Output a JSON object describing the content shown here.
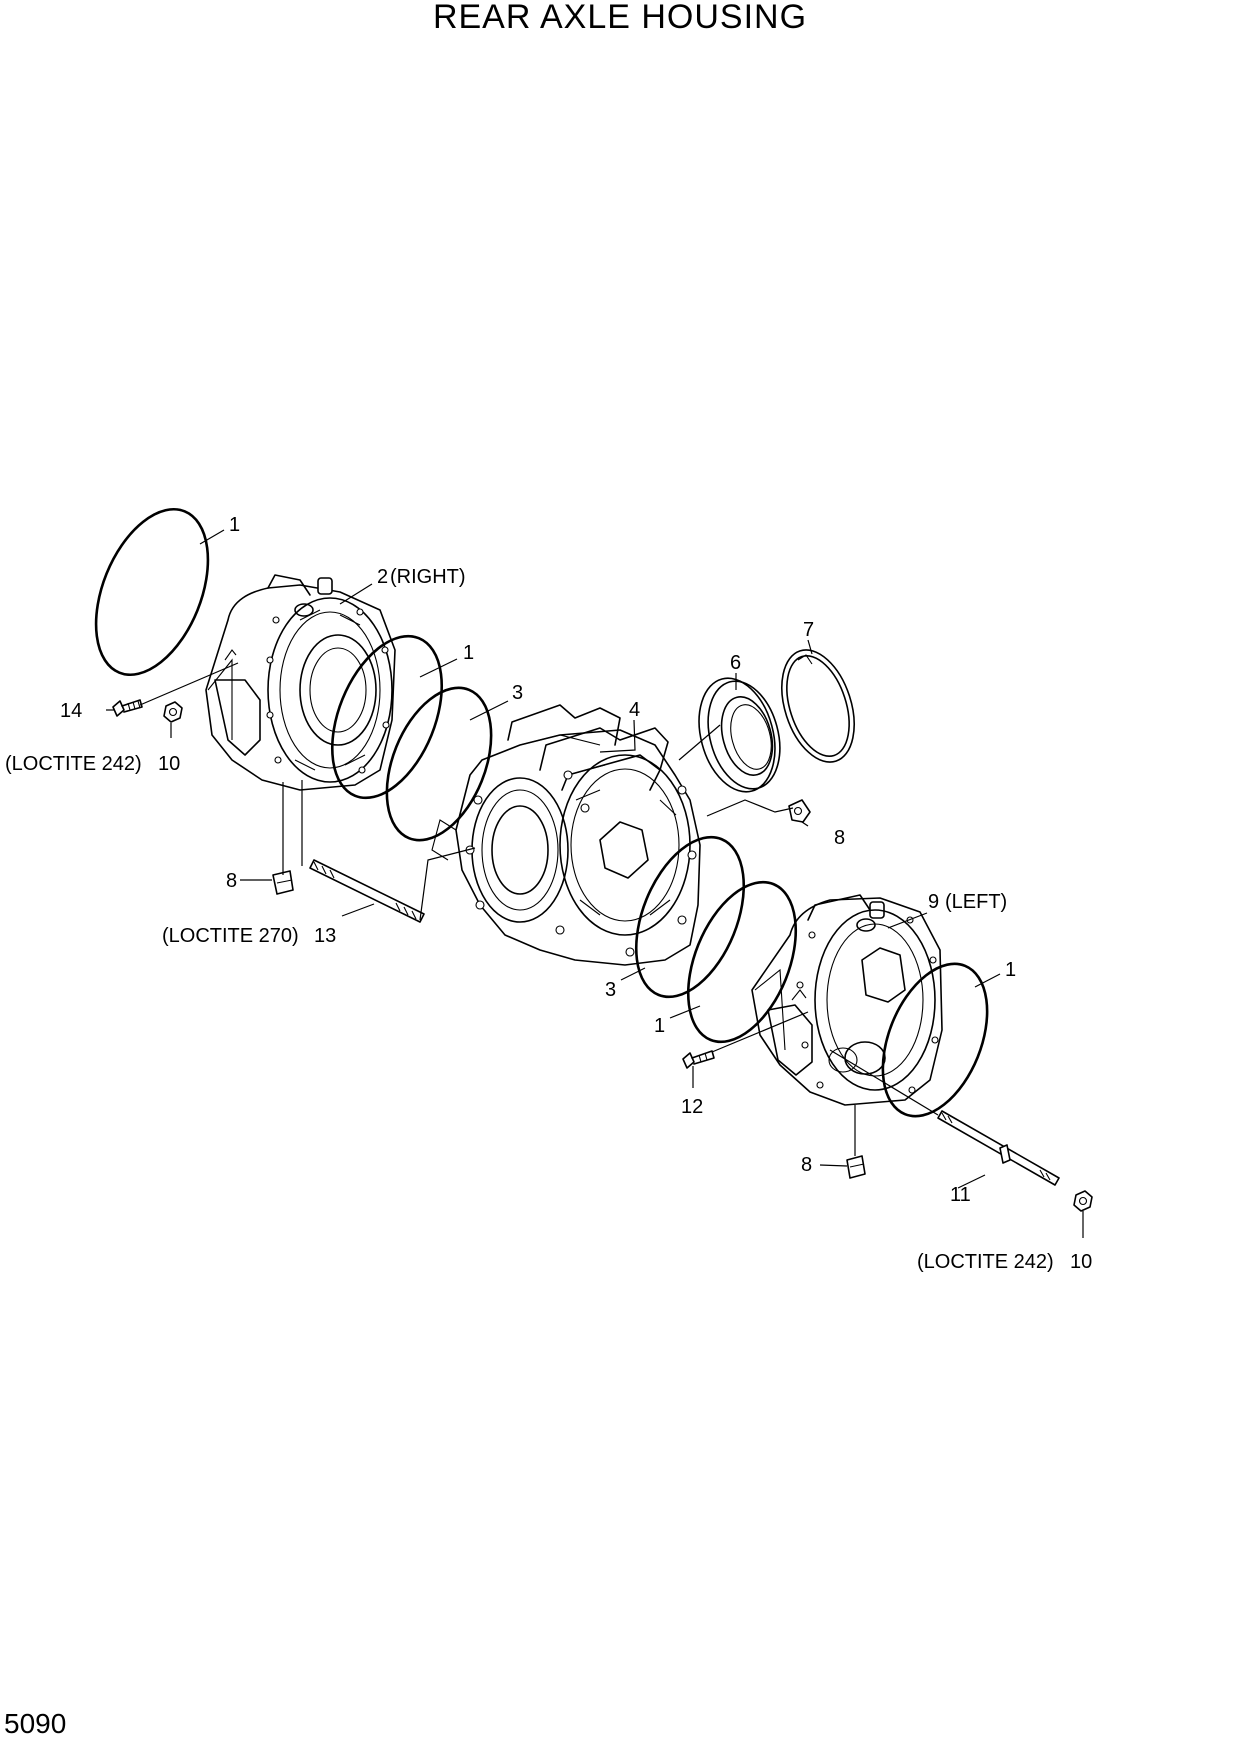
{
  "title": "REAR AXLE HOUSING",
  "page_number": "5090",
  "callouts": {
    "c1a": "1",
    "c2": "2",
    "c2_note": "(RIGHT)",
    "c1b": "1",
    "c3a": "3",
    "c4": "4",
    "c6": "6",
    "c7": "7",
    "c14": "14",
    "c10a": "10",
    "c10a_note": "(LOCTITE 242)",
    "c8a": "8",
    "c8b": "8",
    "c13": "13",
    "c13_note": "(LOCTITE 270)",
    "c9": "9",
    "c9_note": "(LEFT)",
    "c1c": "1",
    "c3b": "3",
    "c1d": "1",
    "c12": "12",
    "c8c": "8",
    "c11": "11",
    "c10b": "10",
    "c10b_note": "(LOCTITE 242)"
  }
}
